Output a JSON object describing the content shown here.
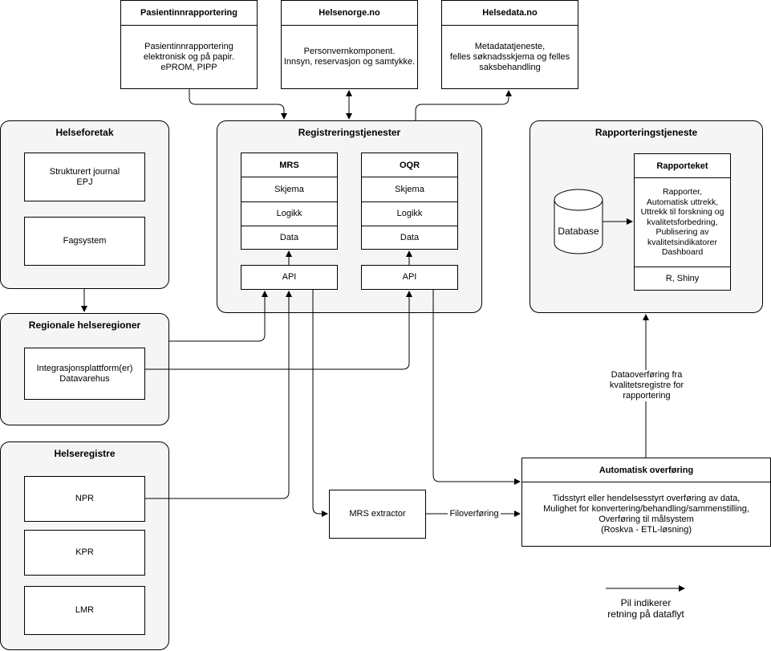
{
  "top_boxes": [
    {
      "title": "Pasientinnrapportering",
      "body": "Pasientinnrapportering\nelektronisk og på papir.\nePROM, PIPP"
    },
    {
      "title": "Helsenorge.no",
      "body": "Personvernkomponent.\nInnsyn, reservasjon og samtykke."
    },
    {
      "title": "Helsedata.no",
      "body": "Metadatatjeneste,\nfelles søknadsskjema og felles\nsaksbehandling"
    }
  ],
  "helseforetak": {
    "title": "Helseforetak",
    "items": [
      "Strukturert journal\nEPJ",
      "Fagsystem"
    ]
  },
  "regionale": {
    "title": "Regionale helseregioner",
    "item": "Integrasjonsplattform(er)\nDatavarehus"
  },
  "helseregistre": {
    "title": "Helseregistre",
    "items": [
      "NPR",
      "KPR",
      "LMR"
    ]
  },
  "registrering": {
    "title": "Registreringstjenester",
    "mrs": {
      "title": "MRS",
      "rows": [
        "Skjema",
        "Logikk",
        "Data"
      ],
      "api": "API"
    },
    "oqr": {
      "title": "OQR",
      "rows": [
        "Skjema",
        "Logikk",
        "Data"
      ],
      "api": "API"
    }
  },
  "rapportering": {
    "title": "Rapporteringstjeneste",
    "database": "Database",
    "rapporteket": {
      "title": "Rapporteket",
      "body": "Rapporter,\nAutomatisk uttrekk,\nUttrekk til forskning og\nkvalitetsforbedring,\nPublisering av\nkvalitetsindikatorer\nDashboard",
      "footer": "R, Shiny"
    }
  },
  "automatisk": {
    "title": "Automatisk overføring",
    "body": "Tidsstyrt eller hendelsesstyrt overføring av data,\nMulighet for konvertering/behandling/sammenstilling,\nOverføring til målsystem\n(Roskva - ETL-løsning)"
  },
  "extractor": "MRS extractor",
  "labels": {
    "filoverforing": "Filoverføring",
    "dataoverforing": "Dataoverføring fra\nkvalitetsregistre for\nrapportering",
    "legend": "Pil indikerer\nretning på dataflyt"
  },
  "colors": {
    "stroke": "#000000",
    "group_fill": "#f5f5f5",
    "box_fill": "#ffffff"
  }
}
